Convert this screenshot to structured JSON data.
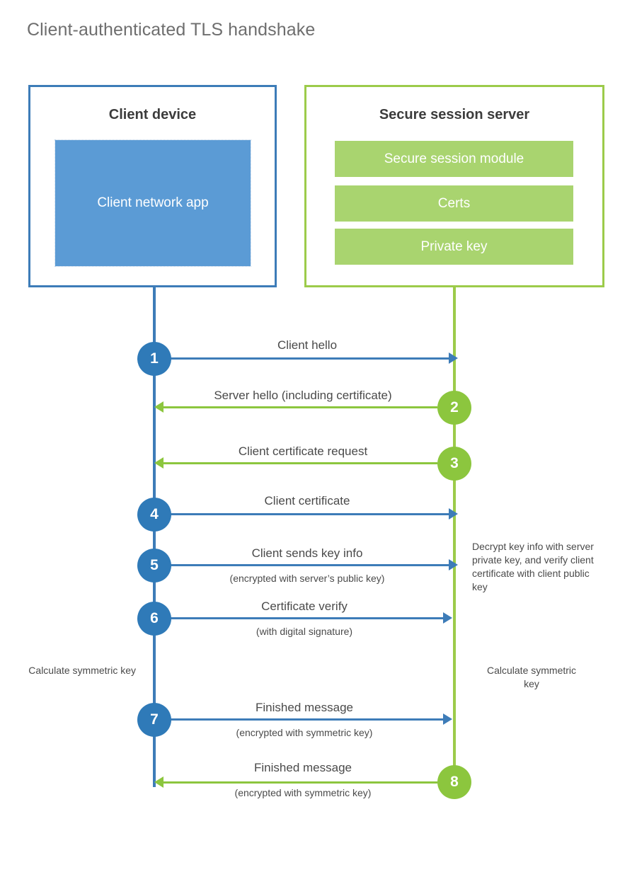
{
  "title": "Client-authenticated TLS handshake",
  "colors": {
    "client_blue": "#3d7cb8",
    "client_app_fill": "#5b9bd5",
    "server_green": "#9ccb4a",
    "server_bar_fill": "#a9d46f",
    "step_blue": "#2f7ab8",
    "step_green": "#8cc63e",
    "title_gray": "#6e6e6e",
    "text_gray": "#4a4a4a"
  },
  "client": {
    "title": "Client device",
    "app_label": "Client network app"
  },
  "server": {
    "title": "Secure session server",
    "components": [
      {
        "label": "Secure session module"
      },
      {
        "label": "Certs"
      },
      {
        "label": "Private key"
      }
    ]
  },
  "steps": [
    {
      "number": "1",
      "label": "Client hello",
      "sublabel": "",
      "direction": "right",
      "color": "blue"
    },
    {
      "number": "2",
      "label": "Server hello (including certificate)",
      "sublabel": "",
      "direction": "left",
      "color": "green"
    },
    {
      "number": "3",
      "label": "Client certificate request",
      "sublabel": "",
      "direction": "left",
      "color": "green"
    },
    {
      "number": "4",
      "label": "Client certificate",
      "sublabel": "",
      "direction": "right",
      "color": "blue"
    },
    {
      "number": "5",
      "label": "Client sends key info",
      "sublabel": "(encrypted with server’s public key)",
      "direction": "right",
      "color": "blue"
    },
    {
      "number": "6",
      "label": "Certificate verify",
      "sublabel": "(with digital signature)",
      "direction": "right",
      "color": "blue"
    },
    {
      "number": "7",
      "label": "Finished message",
      "sublabel": "(encrypted with symmetric key)",
      "direction": "right",
      "color": "blue"
    },
    {
      "number": "8",
      "label": "Finished message",
      "sublabel": "(encrypted with symmetric key)",
      "direction": "left",
      "color": "green"
    }
  ],
  "notes": {
    "server_decrypt": "Decrypt key info with server private key, and verify client certificate with client public key",
    "client_calculate": "Calculate symmetric key",
    "server_calculate": "Calculate symmetric key"
  }
}
